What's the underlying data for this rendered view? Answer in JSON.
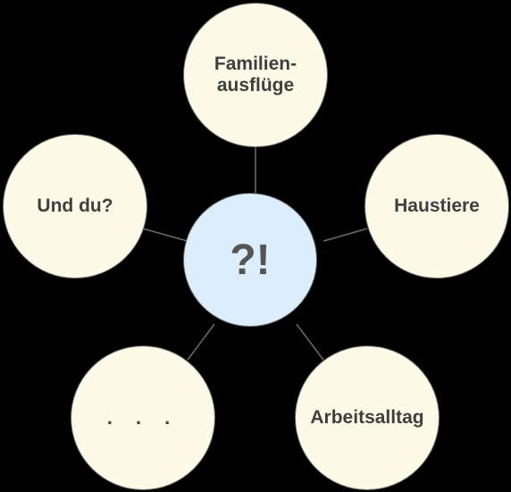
{
  "diagram": {
    "center": {
      "label": "?!"
    },
    "nodes": [
      {
        "id": "top",
        "label": "Familien-\nausflüge"
      },
      {
        "id": "right",
        "label": "Haustiere"
      },
      {
        "id": "bottom-right",
        "label": "Arbeitsalltag"
      },
      {
        "id": "bottom-left",
        "label": ". . ."
      },
      {
        "id": "left",
        "label": "Und du?"
      }
    ],
    "colors": {
      "background": "#000000",
      "outer_fill": "#fdfbe8",
      "center_fill": "#dceefb",
      "border": "#6b6b6b",
      "text": "#3f3f3f"
    }
  }
}
